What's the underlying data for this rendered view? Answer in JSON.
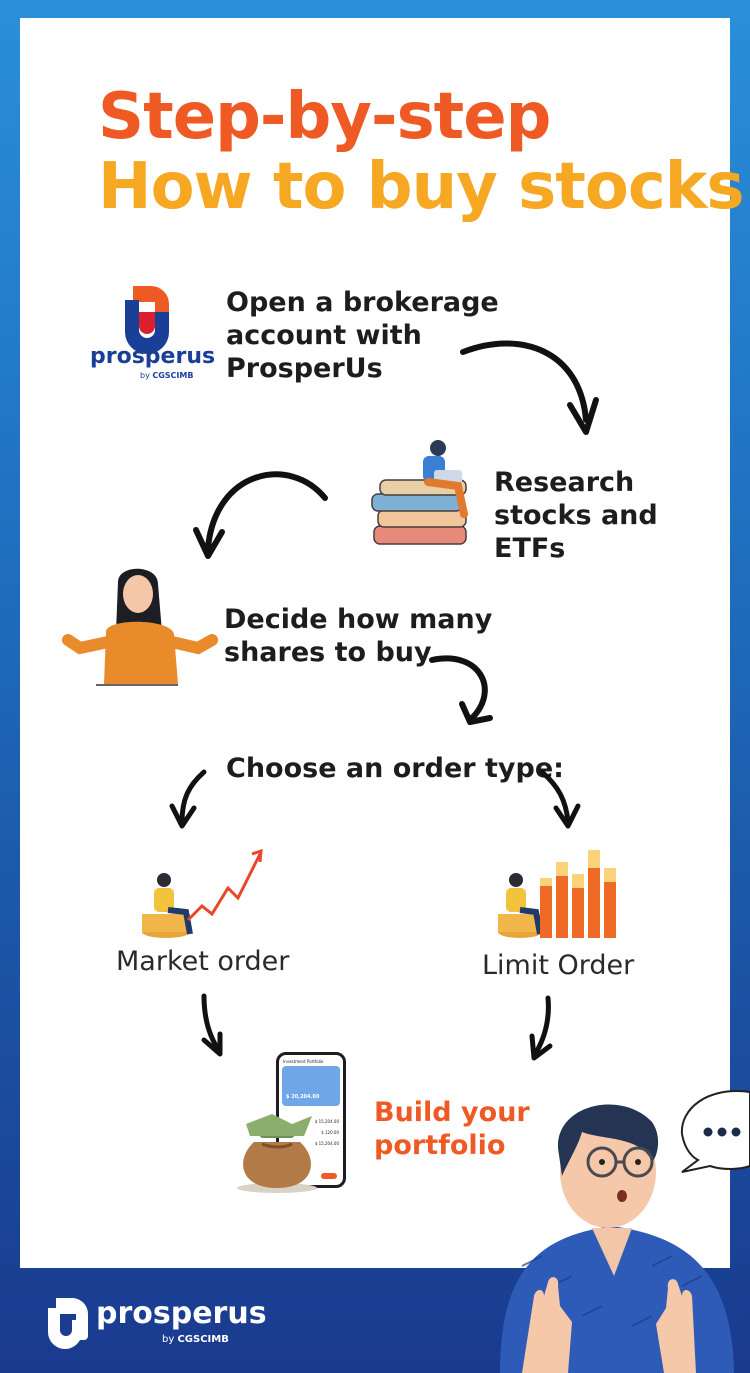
{
  "title": {
    "line1": "Step-by-step",
    "line2": "How to buy stocks"
  },
  "steps": {
    "open_account": [
      "Open a brokerage",
      "account with",
      "ProsperUs"
    ],
    "research": [
      "Research",
      "stocks and",
      "ETFs"
    ],
    "decide": [
      "Decide how many",
      "shares to buy"
    ],
    "order_type": "Choose an order type:",
    "market_order": "Market order",
    "limit_order": "Limit Order",
    "build": [
      "Build your",
      "portfolio"
    ]
  },
  "brand": {
    "name": "prosperus",
    "by": "by",
    "partner": "CGSCIMB"
  },
  "phone": {
    "header": "Investment Portfolio",
    "balance": "$ 20,204.00",
    "rows": [
      "$ 15,204.00",
      "$ 120.00",
      "$ 15,204.00"
    ]
  },
  "colors": {
    "orange": "#ef5a24",
    "yellow": "#f7a823",
    "blue": "#1a3f96"
  }
}
